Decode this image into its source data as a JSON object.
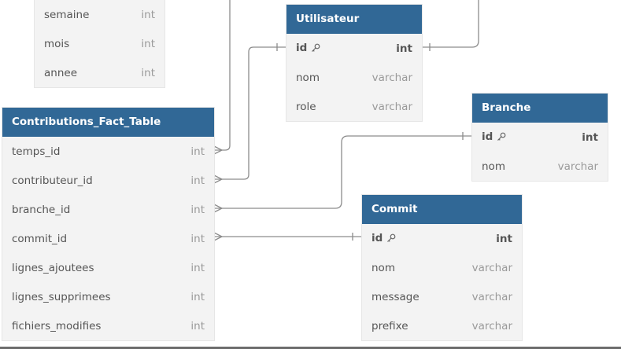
{
  "tables": {
    "time": {
      "rows": [
        {
          "name": "semaine",
          "type": "int"
        },
        {
          "name": "mois",
          "type": "int"
        },
        {
          "name": "annee",
          "type": "int"
        }
      ]
    },
    "utilisateur": {
      "title": "Utilisateur",
      "rows": [
        {
          "name": "id",
          "type": "int",
          "pk": true
        },
        {
          "name": "nom",
          "type": "varchar"
        },
        {
          "name": "role",
          "type": "varchar"
        }
      ]
    },
    "fact": {
      "title": "Contributions_Fact_Table",
      "rows": [
        {
          "name": "temps_id",
          "type": "int"
        },
        {
          "name": "contributeur_id",
          "type": "int"
        },
        {
          "name": "branche_id",
          "type": "int"
        },
        {
          "name": "commit_id",
          "type": "int"
        },
        {
          "name": "lignes_ajoutees",
          "type": "int"
        },
        {
          "name": "lignes_supprimees",
          "type": "int"
        },
        {
          "name": "fichiers_modifies",
          "type": "int"
        }
      ]
    },
    "branche": {
      "title": "Branche",
      "rows": [
        {
          "name": "id",
          "type": "int",
          "pk": true
        },
        {
          "name": "nom",
          "type": "varchar"
        }
      ]
    },
    "commit": {
      "title": "Commit",
      "rows": [
        {
          "name": "id",
          "type": "int",
          "pk": true
        },
        {
          "name": "nom",
          "type": "varchar"
        },
        {
          "name": "message",
          "type": "varchar"
        },
        {
          "name": "prefixe",
          "type": "varchar"
        }
      ]
    }
  },
  "colors": {
    "header": "#316896",
    "body": "#f3f3f3",
    "connector": "#8c8c8c"
  },
  "icons": {
    "primary_key": "key-icon"
  }
}
